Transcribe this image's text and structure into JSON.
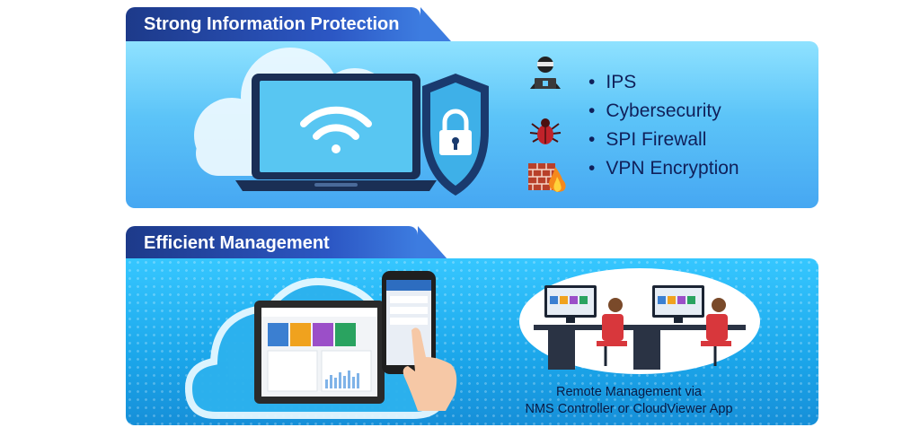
{
  "section1": {
    "title": "Strong Information Protection",
    "features": [
      "IPS",
      "Cybersecurity",
      "SPI Firewall",
      "VPN Encryption"
    ],
    "icons": [
      "hacker-icon",
      "bug-icon",
      "firewall-icon",
      "wifi-icon",
      "lock-icon",
      "shield-icon"
    ]
  },
  "section2": {
    "title": "Efficient Management",
    "caption_line1": "Remote Management via",
    "caption_line2": "NMS Controller or CloudViewer App",
    "icons": [
      "cloud-icon",
      "tablet-icon",
      "phone-icon",
      "hand-icon",
      "operator-icon"
    ]
  },
  "colors": {
    "tab": "#2c57c4",
    "panel1": "#5cc4f8",
    "panel2": "#1ba6ea",
    "text": "#10205a"
  }
}
